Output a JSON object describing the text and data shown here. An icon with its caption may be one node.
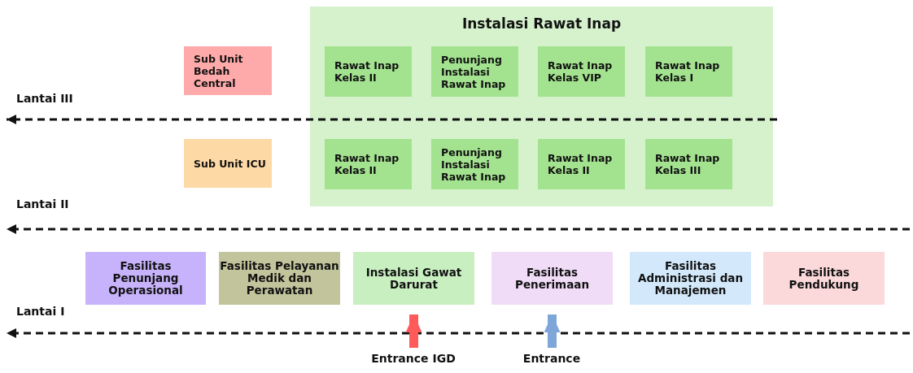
{
  "diagram": {
    "nodes": [
      {
        "text": [
          "Instalasi Rawat Inap"
        ]
      },
      {
        "text": [
          "Sub Unit Bedah Central"
        ]
      },
      {
        "text": [
          "Rawat Inap Kelas II"
        ],
        "in": 0
      },
      {
        "text": [
          "Penunjang Instalasi Rawat Inap"
        ],
        "in": 0
      },
      {
        "text": [
          "Rawat Inap Kelas VIP"
        ],
        "in": 0
      },
      {
        "text": [
          "Rawat Inap Kelas I"
        ],
        "in": 0
      },
      {
        "text": [
          "Sub Unit ICU"
        ]
      },
      {
        "text": [
          "Rawat Inap Kelas II"
        ],
        "in": 0
      },
      {
        "text": [
          "Penunjang Instalasi Rawat Inap"
        ],
        "in": 0
      },
      {
        "text": [
          "Rawat Inap Kelas II"
        ],
        "in": 0
      },
      {
        "text": [
          "Rawat Inap Kelas III"
        ],
        "in": 0
      },
      {
        "text": [
          "Fasilitas Penunjang Operasional"
        ]
      },
      {
        "text": [
          "Fasilitas Pelayanan Medik dan Perawatan"
        ]
      },
      {
        "text": [
          "Instalasi Gawat Darurat"
        ]
      },
      {
        "text": [
          "Fasilitas Penerimaan"
        ]
      },
      {
        "text": [
          "Fasilitas Administrasi dan Manajemen"
        ]
      },
      {
        "text": [
          "Fasilitas Pendukung"
        ]
      },
      {
        "text": [
          "Entrance IGD"
        ]
      },
      {
        "text": [
          "Entrance"
        ]
      }
    ],
    "edges": [
      {
        "from": 17,
        "to": 13,
        "arrow": "to",
        "color": "#ff5a5a"
      },
      {
        "from": 18,
        "to": 14,
        "arrow": "to",
        "color": "#7fa6d9"
      }
    ],
    "labels": [
      "Lantai III",
      "Lantai II",
      "Lantai I"
    ]
  }
}
